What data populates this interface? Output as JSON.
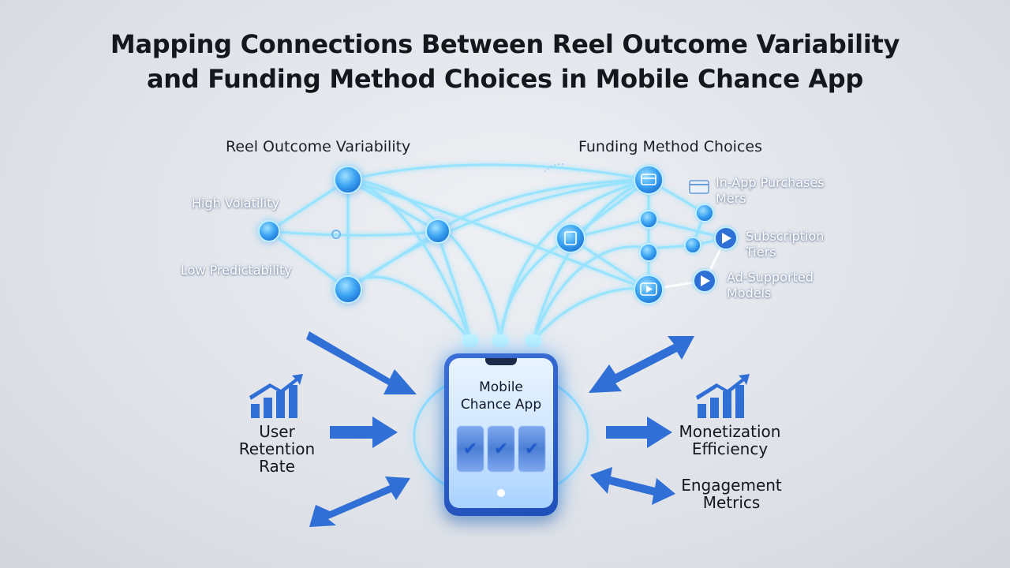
{
  "title": {
    "line1": "Mapping Connections Between Reel Outcome Variability",
    "line2": "and Funding Method Choices in Mobile Chance App"
  },
  "left_section": {
    "heading": "Reel Outcome Variability",
    "nodes": [
      "High Volatility",
      "Low Predictability"
    ]
  },
  "right_section": {
    "heading": "Funding Method Choices",
    "nodes": [
      {
        "line1": "In-App Purchases",
        "line2": "Mers"
      },
      {
        "line1": "Subscription",
        "line2": "Tiers"
      },
      {
        "line1": "Ad-Supported",
        "line2": "Models"
      }
    ]
  },
  "phone": {
    "title_line1": "Mobile",
    "title_line2": "Chance App",
    "reel_symbols": [
      "checkmark-icon",
      "checkmark-icon",
      "checkmark-icon"
    ]
  },
  "metrics": {
    "left": {
      "line1": "User",
      "line2": "Retention",
      "line3": "Rate"
    },
    "right_top": {
      "line1": "Monetization",
      "line2": "Efficiency"
    },
    "right_bottom": {
      "line1": "Engagement",
      "line2": "Metrics"
    }
  },
  "icons": [
    "bar-chart-icon",
    "card-icon",
    "play-icon",
    "document-icon",
    "arrow-icon"
  ],
  "colors": {
    "node_blue": "#2f8ff0",
    "glow_cyan": "#8fe3ff",
    "arrow_blue": "#2f6fd6",
    "title_text": "#15171c"
  }
}
